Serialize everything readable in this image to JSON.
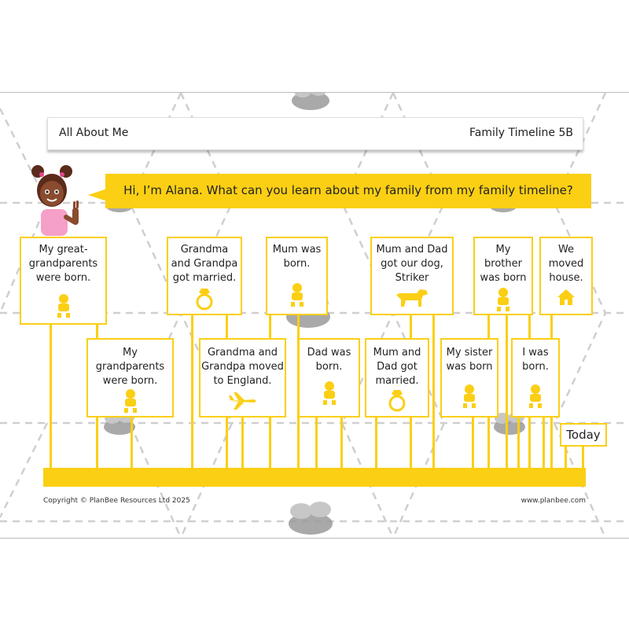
{
  "header": {
    "left_title": "All About Me",
    "right_title": "Family Timeline 5B"
  },
  "speech": {
    "text": "Hi, I’m Alana. What can you learn about my family from my family timeline?"
  },
  "events_top": [
    {
      "text": "My great-\ngrandparents\nwere born.",
      "icon": "baby-icon"
    },
    {
      "text": "Grandma\nand Grandpa\ngot married.",
      "icon": "ring-icon"
    },
    {
      "text": "Mum was\nborn.",
      "icon": "baby-icon"
    },
    {
      "text": "Mum and Dad\ngot our dog,\nStriker",
      "icon": "dog-icon"
    },
    {
      "text": "My\nbrother\nwas born",
      "icon": "baby-icon"
    },
    {
      "text": "We\nmoved\nhouse.",
      "icon": "house-icon"
    }
  ],
  "events_bottom": [
    {
      "text": "My\ngrandparents\nwere born.",
      "icon": "baby-icon"
    },
    {
      "text": "Grandma and\nGrandpa moved\nto England.",
      "icon": "airplane-icon"
    },
    {
      "text": "Dad was\nborn.",
      "icon": "baby-icon"
    },
    {
      "text": "Mum and\nDad got\nmarried.",
      "icon": "ring-icon"
    },
    {
      "text": "My sister\nwas born",
      "icon": "baby-icon"
    },
    {
      "text": "I was\nborn.",
      "icon": "baby-icon"
    }
  ],
  "today_label": "Today",
  "footer": {
    "copyright": "Copyright © PlanBee Resources Ltd 2025",
    "website": "www.planbee.com"
  },
  "colors": {
    "accent": "#fbcf14",
    "grid": "#cfcfcf",
    "bee": "#9a9a9a"
  }
}
